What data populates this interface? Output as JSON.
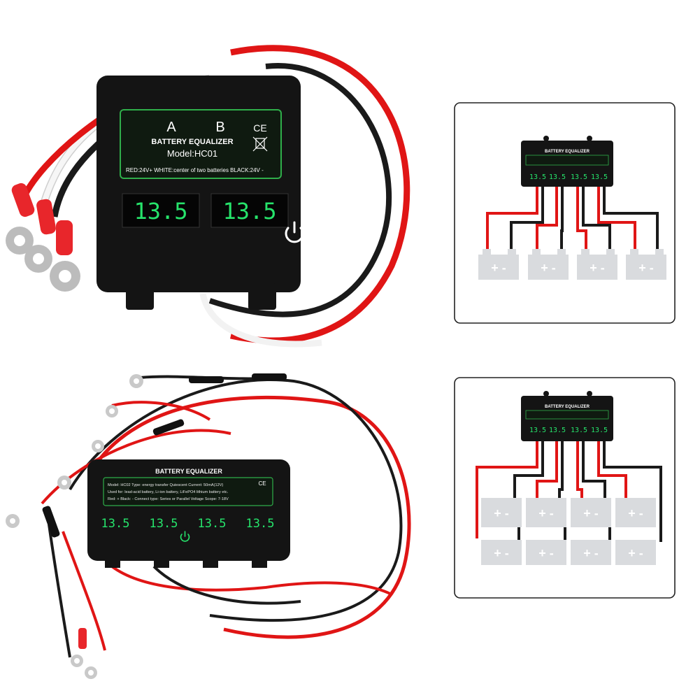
{
  "colors": {
    "device_body": "#141414",
    "lcd_green": "#26e36b",
    "label_green": "#2fae4a",
    "wire_red": "#e01515",
    "wire_black": "#1a1a1a",
    "wire_white": "#f4f4f4",
    "terminal_red": "#e8262b",
    "battery_gray": "#d9dbde"
  },
  "hc01": {
    "label_a": "A",
    "label_b": "B",
    "ce_mark": "CE",
    "title": "BATTERY EQUALIZER",
    "model": "Model:HC01",
    "wiring_note": "RED:24V+ WHITE:center of two batteries  BLACK:24V -",
    "display_a": "13.5",
    "display_b": "13.5"
  },
  "hc02": {
    "title": "BATTERY EQUALIZER",
    "ce_mark": "CE",
    "spec_line_1": "Model: HC02 Type: energy transfer  Quiescent Current: 50mA(12V)",
    "spec_line_2": "Used for: lead-acid battery, Li-ion battery, LiFePO4 lithium battery etc.",
    "spec_line_3": "Red: + Black: - Connect type: Series or Parallel Voltage Scope: 7-18V",
    "displays": [
      "13.5",
      "13.5",
      "13.5",
      "13.5"
    ]
  },
  "diagram_top": {
    "title": "BATTERY EQUALIZER",
    "displays": [
      "13.5",
      "13.5",
      "13.5",
      "13.5"
    ]
  },
  "diagram_bottom": {
    "title": "BATTERY EQUALIZER",
    "displays": [
      "13.5",
      "13.5",
      "13.5",
      "13.5"
    ]
  }
}
